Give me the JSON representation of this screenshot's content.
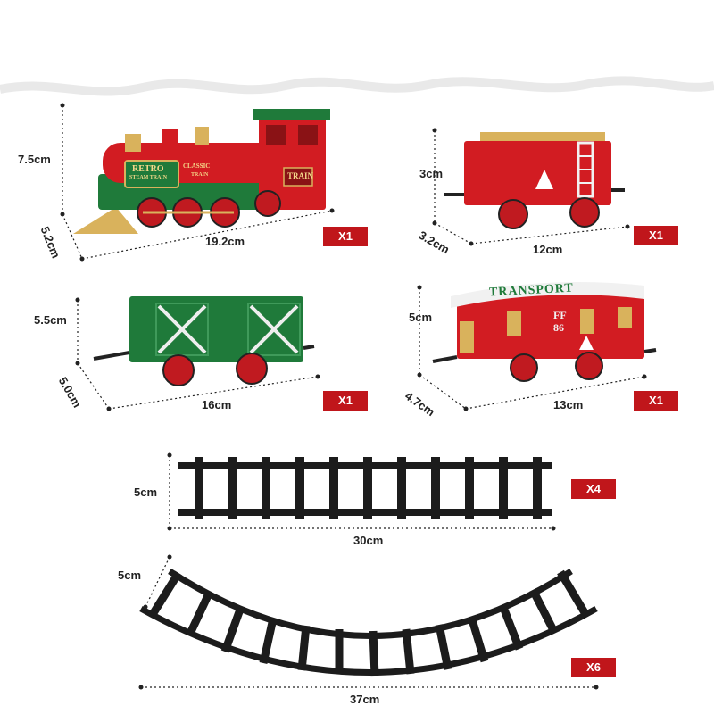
{
  "colors": {
    "accent_red": "#c0161b",
    "car_red": "#d21c22",
    "car_green": "#1f7a3a",
    "gold": "#d8b05a",
    "track": "#1c1c1c"
  },
  "items": {
    "locomotive": {
      "height": "7.5cm",
      "depth": "5.2cm",
      "length": "19.2cm",
      "qty": "X1",
      "plate": "RETRO",
      "plate_sub": "STEAM TRAIN",
      "side_text": "CLASSIC",
      "side_sub": "TRAIN",
      "cab_text": "TRAIN"
    },
    "coal_car": {
      "height": "3cm",
      "depth": "3.2cm",
      "length": "12cm",
      "qty": "X1"
    },
    "freight_car": {
      "height": "5.5cm",
      "depth": "5.0cm",
      "length": "16cm",
      "qty": "X1"
    },
    "transport_car": {
      "height": "5cm",
      "depth": "4.7cm",
      "length": "13cm",
      "qty": "X1",
      "roof_text": "TRANSPORT",
      "code_top": "FF",
      "code_bottom": "86"
    },
    "straight_track": {
      "height": "5cm",
      "length": "30cm",
      "qty": "X4"
    },
    "curved_track": {
      "height": "5cm",
      "length": "37cm",
      "qty": "X6"
    }
  }
}
